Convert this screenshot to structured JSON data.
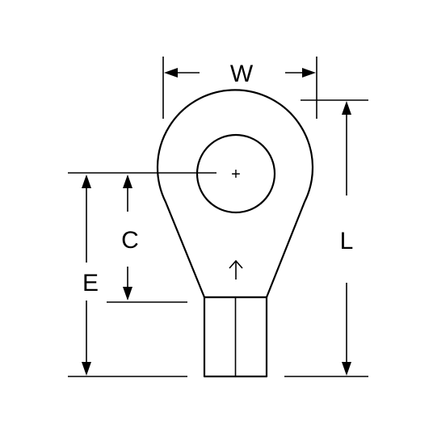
{
  "labels": {
    "width": "W",
    "length": "L",
    "center_to_barrel": "C",
    "center_to_end": "E",
    "center_mark": "+"
  },
  "colors": {
    "line": "#000000",
    "background": "#ffffff"
  }
}
